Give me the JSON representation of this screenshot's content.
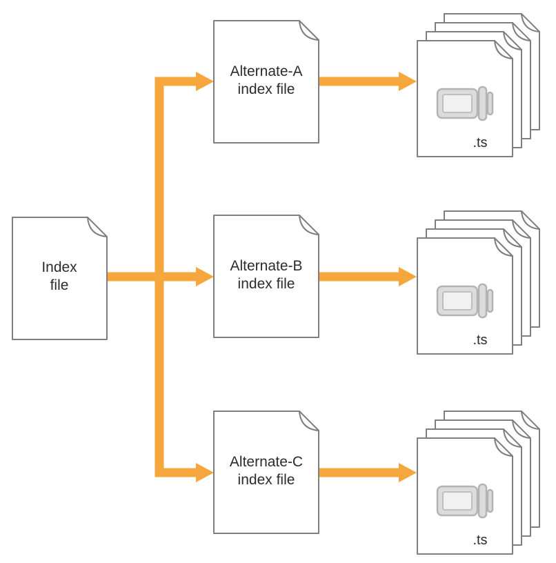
{
  "diagram": {
    "index_file": {
      "line1": "Index",
      "line2": "file"
    },
    "alternates": [
      {
        "line1": "Alternate-A",
        "line2": "index file"
      },
      {
        "line1": "Alternate-B",
        "line2": "index file"
      },
      {
        "line1": "Alternate-C",
        "line2": "index file"
      }
    ],
    "segment_stacks": [
      {
        "extension_label": ".ts"
      },
      {
        "extension_label": ".ts"
      },
      {
        "extension_label": ".ts"
      }
    ],
    "colors": {
      "arrow": "#F5A63C",
      "document_outline": "#7E7E7E",
      "camera_fill": "#DCDCDC",
      "text": "#2B2B2B"
    }
  }
}
